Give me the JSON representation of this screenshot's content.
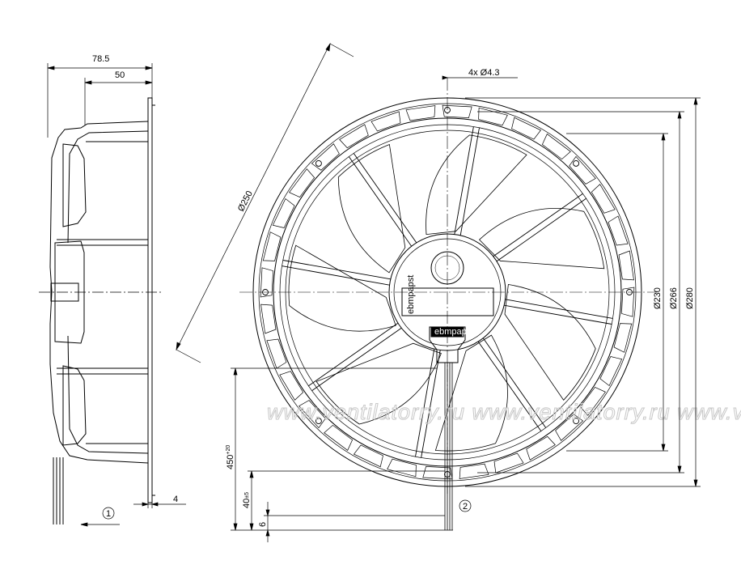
{
  "drawing": {
    "side_view": {
      "dim_total_depth": "78.5",
      "dim_frame_depth": "50",
      "dim_flange": "4",
      "callout_1": "1"
    },
    "front_view": {
      "dim_holes": "4x Ø4.3",
      "dim_hole_circle": "Ø250",
      "dim_inner": "Ø230",
      "dim_mid": "Ø266",
      "dim_outer": "Ø280",
      "dim_cable_length": "450",
      "dim_cable_length_tol": "+20",
      "dim_cable_strip": "40",
      "dim_cable_strip_tol": "±5",
      "dim_wire_strip": "6",
      "callout_2": "2",
      "label_brand": "ebmpapst",
      "label_brand_2": "ebmpapst"
    },
    "watermark": "www.ventilatorry.ru  www.ventilatorry.ru  www.ventilatorry.ru"
  }
}
